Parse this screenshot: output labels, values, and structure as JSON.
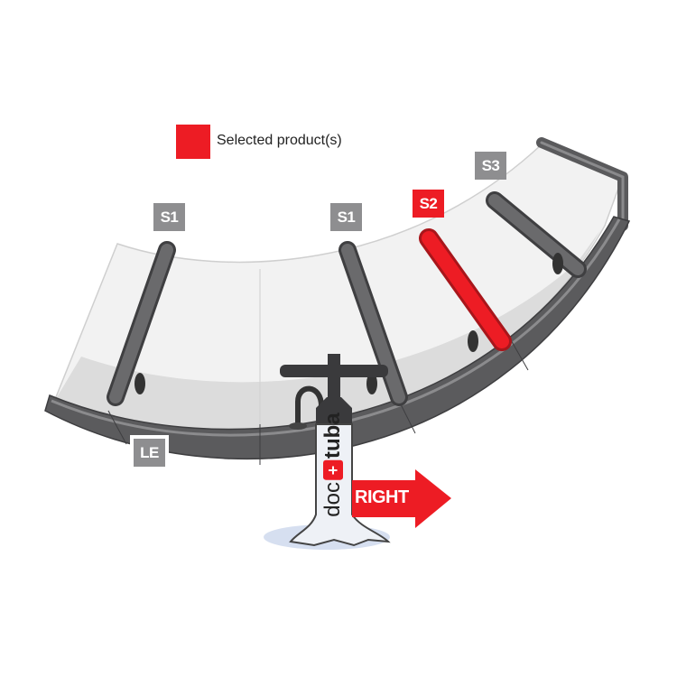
{
  "legend": {
    "label": "Selected product(s)",
    "color": "#ed1c24"
  },
  "tags": {
    "s1_left": "S1",
    "s1_mid": "S1",
    "s2": "S2",
    "s3": "S3",
    "le": "LE"
  },
  "selected": "S2",
  "pump": {
    "brand_left": "doc",
    "brand_right": "tuba",
    "logo_icon": "plus-circle-icon"
  },
  "direction": {
    "label": "RIGHT",
    "color": "#ed1c24"
  }
}
